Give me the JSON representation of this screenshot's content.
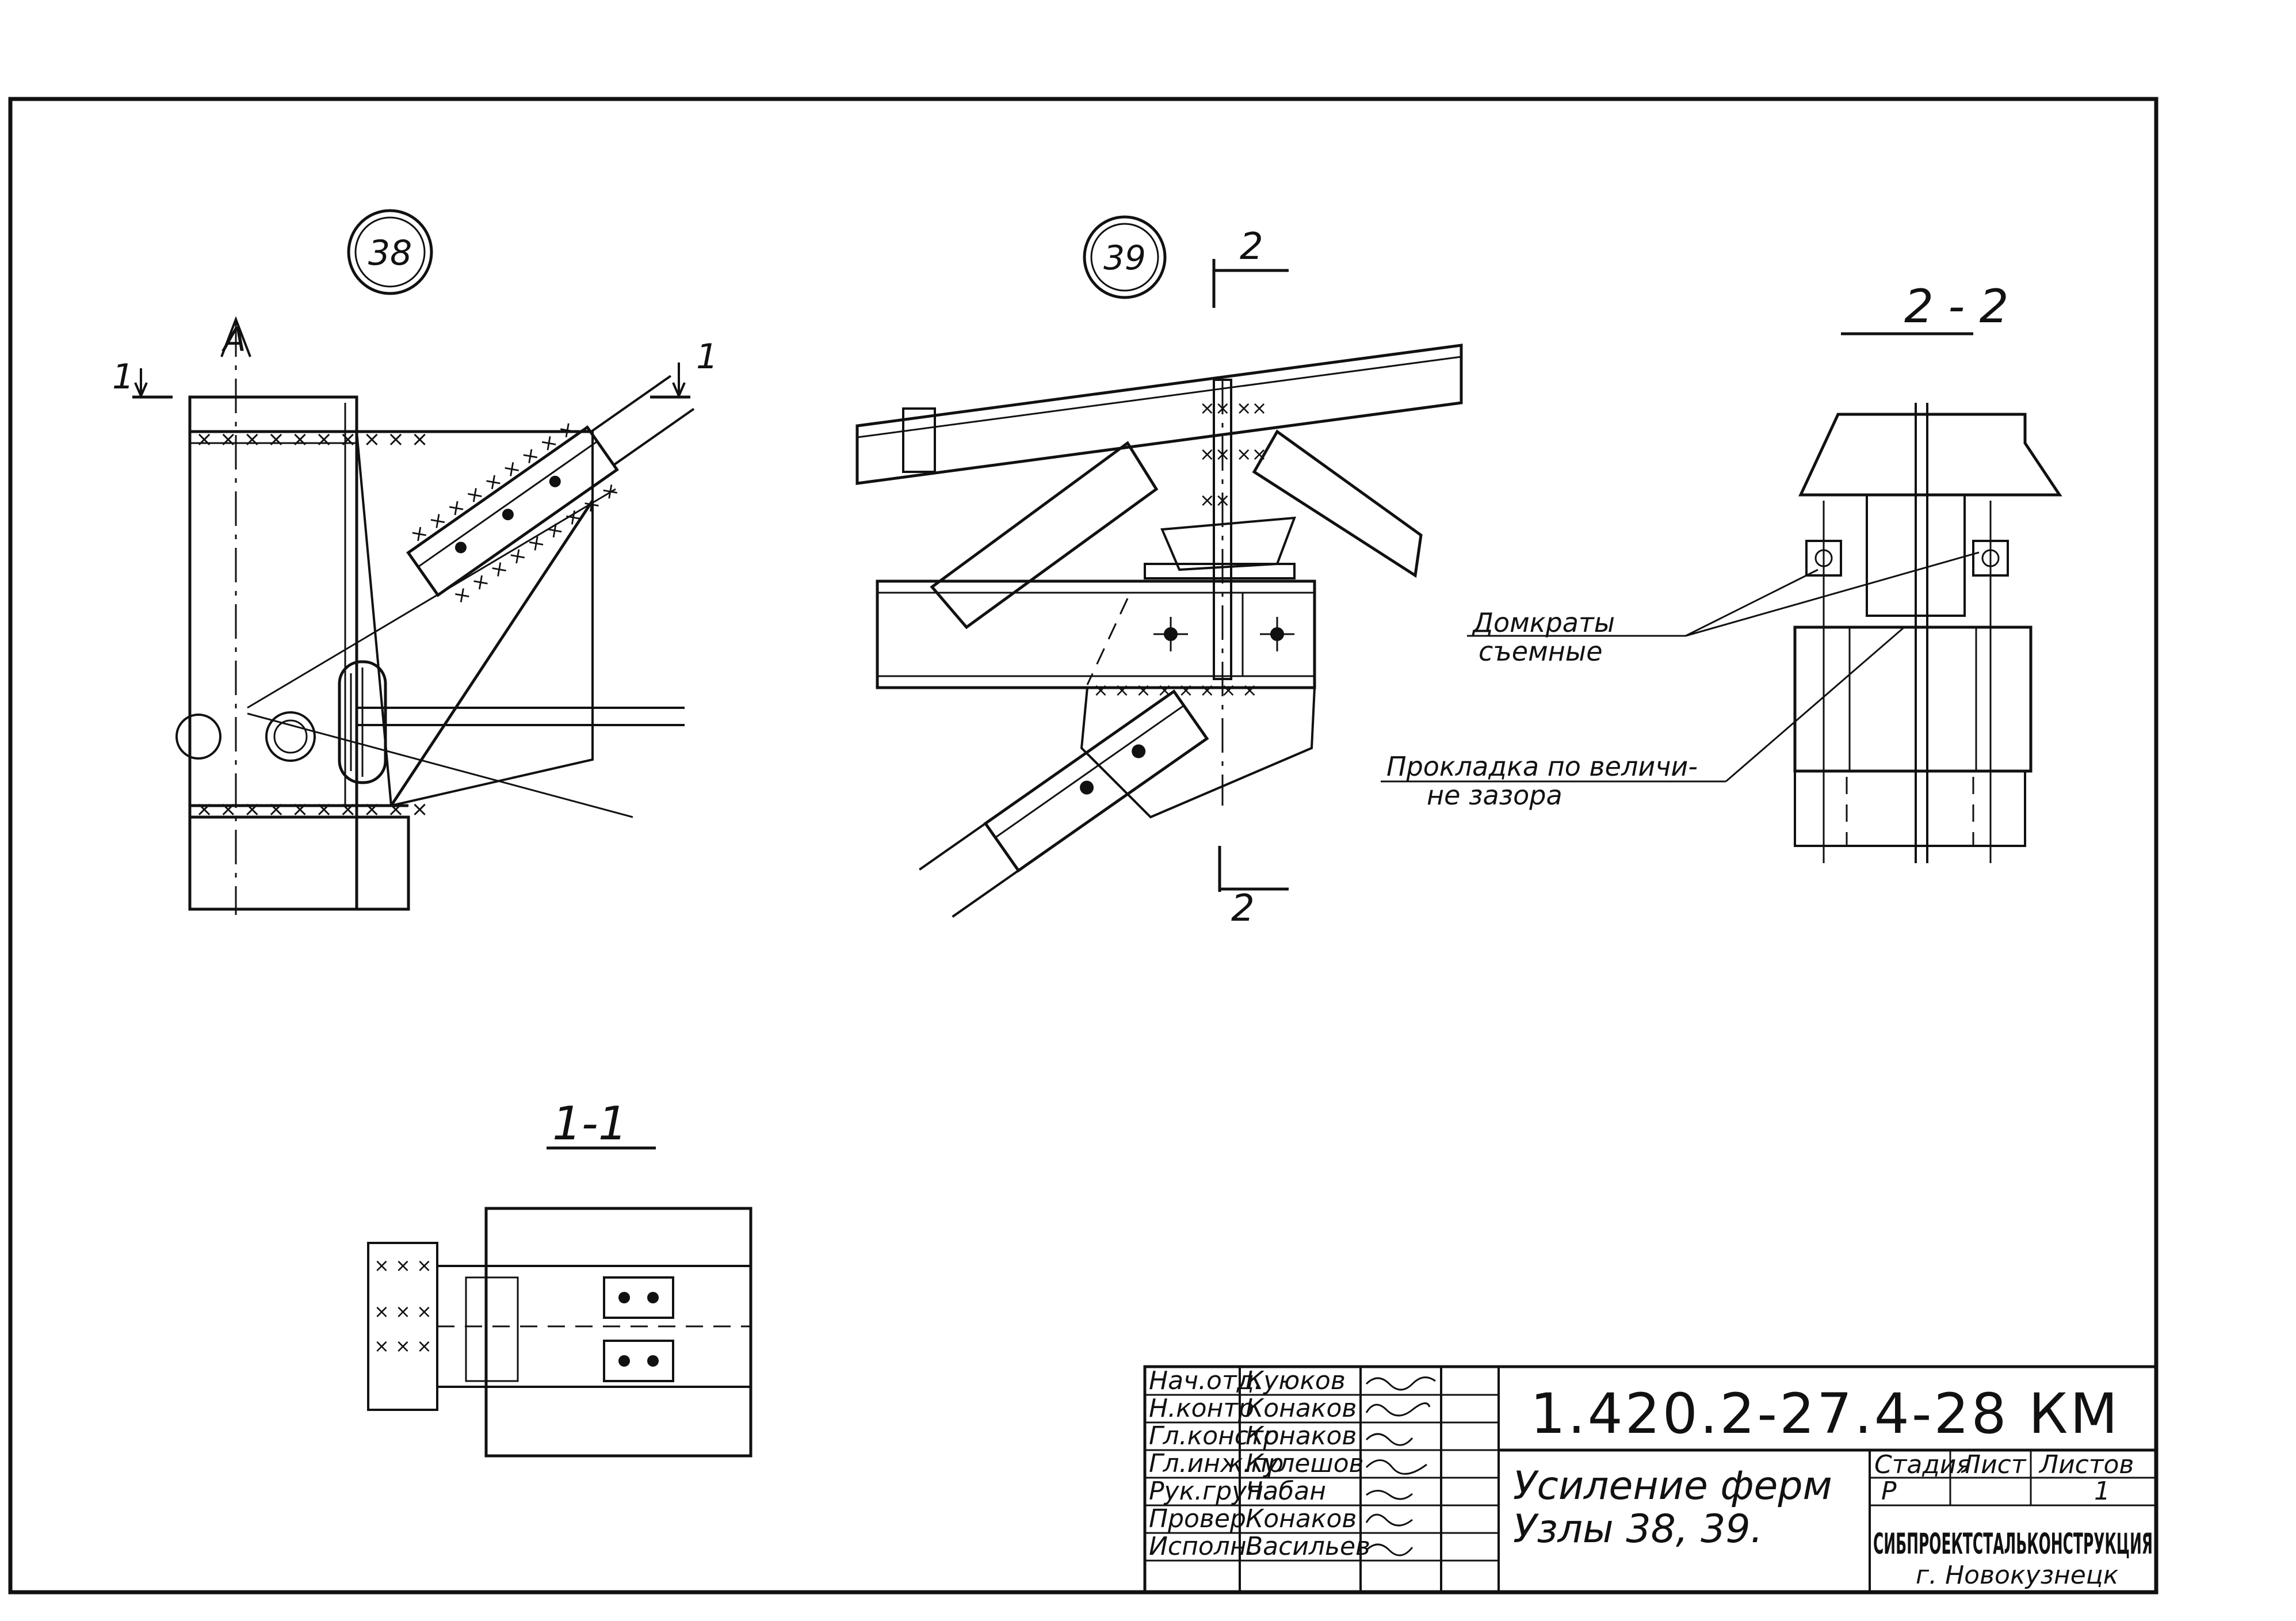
{
  "drawing": {
    "node_labels": [
      "38",
      "39"
    ],
    "section_labels": {
      "s2_top": "2",
      "s2_bottom": "2",
      "s1_left": "1",
      "s1_right": "1",
      "view_2_2": "2 - 2",
      "view_1_1": "1-1",
      "axis_mark": "А"
    },
    "callouts": {
      "jacks_line1": "Домкраты",
      "jacks_line2": "съемные",
      "shim_line1": "Прокладка по величи-",
      "shim_line2": "не зазора"
    }
  },
  "title_block": {
    "code": "1.420.2-27.4-28 КМ",
    "title_line1": "Усиление ферм",
    "title_line2": "Узлы 38, 39.",
    "stage_header": "Стадия",
    "sheet_header": "Лист",
    "sheets_header": "Листов",
    "stage_value": "Р",
    "sheets_value": "1",
    "organization": "СИБПРОЕКТСТАЛЬКОНСТРУКЦИЯ",
    "city": "г. Новокузнецк",
    "staff": [
      {
        "role": "Нач.отд.",
        "name": "Куюков"
      },
      {
        "role": "Н.контр",
        "name": "Конаков"
      },
      {
        "role": "Гл.констр",
        "name": "Конаков"
      },
      {
        "role": "Гл.инж.пр",
        "name": "Кулешов"
      },
      {
        "role": "Рук.груп.",
        "name": "Чабан"
      },
      {
        "role": "Провер",
        "name": "Конаков"
      },
      {
        "role": "Исполн.",
        "name": "Васильев"
      }
    ]
  }
}
